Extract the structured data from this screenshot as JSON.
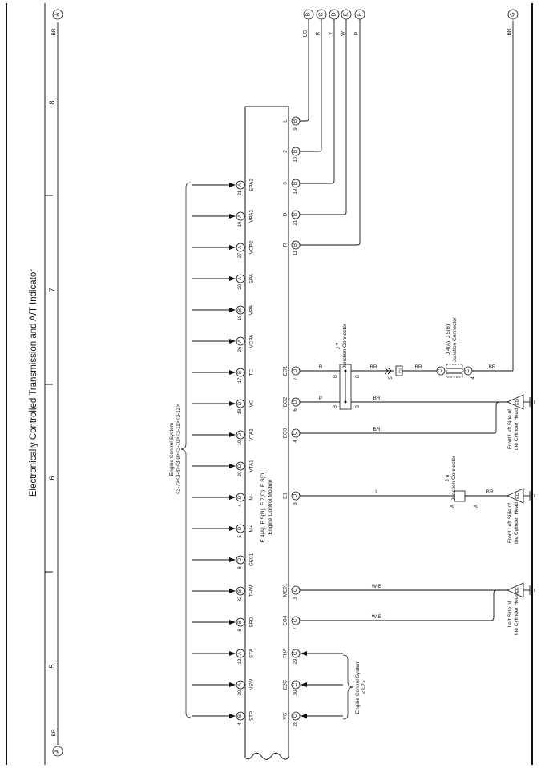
{
  "page": {
    "title": "Electronically Controlled Transmission and A/T Indicator",
    "section_numbers": [
      "5",
      "6",
      "7",
      "8"
    ]
  },
  "ground_wires": {
    "left": {
      "letter": "A",
      "color": "BR"
    },
    "right": {
      "letter": "A",
      "color": "BR"
    }
  },
  "ecu": {
    "connectors": "E 4(A), E 5(B), E 7(C), E 8(D)",
    "name": "Engine Control Module"
  },
  "ecu_left_pins": [
    {
      "num": "4",
      "conn": "B",
      "name": "STP"
    },
    {
      "num": "30",
      "conn": "A",
      "name": "NSW"
    },
    {
      "num": "12",
      "conn": "A",
      "name": "STA"
    },
    {
      "num": "8",
      "conn": "B",
      "name": "SPD"
    },
    {
      "num": "32",
      "conn": "B",
      "name": "THW"
    },
    {
      "num": "8",
      "conn": "D",
      "name": "GE01"
    },
    {
      "num": "5",
      "conn": "D",
      "name": "M+"
    },
    {
      "num": "4",
      "conn": "D",
      "name": "M-"
    },
    {
      "num": "20",
      "conn": "D",
      "name": "VTA1"
    },
    {
      "num": "19",
      "conn": "D",
      "name": "VTA2"
    },
    {
      "num": "18",
      "conn": "D",
      "name": "VC"
    },
    {
      "num": "17",
      "conn": "B",
      "name": "TC"
    },
    {
      "num": "26",
      "conn": "A",
      "name": "VCPA"
    },
    {
      "num": "18",
      "conn": "B",
      "name": "VPA"
    },
    {
      "num": "20",
      "conn": "A",
      "name": "EPA"
    },
    {
      "num": "27",
      "conn": "A",
      "name": "VCP2"
    },
    {
      "num": "19",
      "conn": "A",
      "name": "VPA2"
    },
    {
      "num": "21",
      "conn": "A",
      "name": "EPA2"
    }
  ],
  "ecu_right_bottom_pins": [
    {
      "num": "28",
      "conn": "C",
      "name": "VG"
    },
    {
      "num": "30",
      "conn": "C",
      "name": "E2G"
    },
    {
      "num": "29",
      "conn": "C",
      "name": "THA"
    }
  ],
  "ecu_right_pins": [
    {
      "num": "7",
      "conn": "C",
      "name": "EO4",
      "wire": "W-B"
    },
    {
      "num": "3",
      "conn": "C",
      "name": "ME01",
      "wire": "W-B"
    },
    {
      "num": "3",
      "conn": "D",
      "name": "E1",
      "wire": "L"
    },
    {
      "num": "4",
      "conn": "C",
      "name": "EO3",
      "wire": "BR"
    },
    {
      "num": "6",
      "conn": "D",
      "name": "EO2",
      "wire": "P"
    },
    {
      "num": "7",
      "conn": "D",
      "name": "EO1",
      "wire": "B"
    }
  ],
  "ecu_right_top_pins": [
    {
      "num": "11",
      "conn": "B",
      "name": "R",
      "color": "P",
      "tag": "F"
    },
    {
      "num": "21",
      "conn": "B",
      "name": "D",
      "color": "W",
      "tag": "E"
    },
    {
      "num": "19",
      "conn": "B",
      "name": "3",
      "color": "Y",
      "tag": "D"
    },
    {
      "num": "10",
      "conn": "B",
      "name": "2",
      "color": "R",
      "tag": "C"
    },
    {
      "num": "9",
      "conn": "B",
      "name": "L",
      "color": "LG",
      "tag": "B"
    }
  ],
  "wire_tag_g": {
    "tag": "G",
    "color": "BR"
  },
  "group_left_label": [
    "Engine Control System",
    "<3-7><3-8><3-9><3-10><3-11><3-12>"
  ],
  "group_right_label": [
    "Engine Control System",
    "<3-7>"
  ],
  "j7": {
    "name": "J 7",
    "desc": "Junction Connector",
    "pins": [
      "B",
      "B",
      "B",
      "B"
    ],
    "wire_out": "BR",
    "wire_out2": "BR"
  },
  "ih1": {
    "name": "IH1",
    "pin": "5",
    "wire": "BR"
  },
  "j4j5": {
    "name": "J 4(A), J 5(B)",
    "desc": "Junction Connector",
    "pin_left": "C",
    "pin_right": "C",
    "pin_num": "4",
    "wire": "BR"
  },
  "j8": {
    "name": "J 8",
    "desc": "Junction Connector",
    "pin_left": "A",
    "pin_right": "A",
    "wire": "BR"
  },
  "grounds": [
    {
      "tag": "ED",
      "loc": [
        "Front Left Side of",
        "the Cylinder Head"
      ]
    },
    {
      "tag": "ED",
      "loc": [
        "Front Left Side of",
        "the Cylinder Head"
      ]
    },
    {
      "tag": "EE",
      "loc": [
        "Left Side of",
        "the Cylinder Head"
      ]
    }
  ]
}
